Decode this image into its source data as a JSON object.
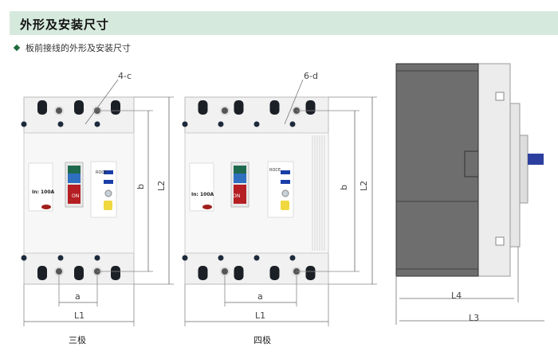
{
  "header": {
    "title": "外形及安装尺寸"
  },
  "subtitle": "板前接线的外形及安装尺寸",
  "drawings": {
    "three_pole": {
      "caption": "三极",
      "hole_label": "4-c",
      "dim_a": "a",
      "dim_b": "b",
      "dim_l1": "L1",
      "dim_l2": "L2",
      "rating": "In: 100A",
      "switch": "ON",
      "brand": "ROCE"
    },
    "four_pole": {
      "caption": "四极",
      "hole_label": "6-d",
      "dim_a": "a",
      "dim_b": "b",
      "dim_l1": "L1",
      "dim_l2": "L2",
      "rating": "In: 100A",
      "switch": "ON",
      "brand": "ROCE"
    },
    "side_view": {
      "dim_l3": "L3",
      "dim_l4": "L4"
    }
  },
  "colors": {
    "header_bg": "#d6e9dd",
    "accent": "#1f6b3e",
    "side_dark": "#6e6e6e",
    "handle": "#2d3f9e"
  }
}
